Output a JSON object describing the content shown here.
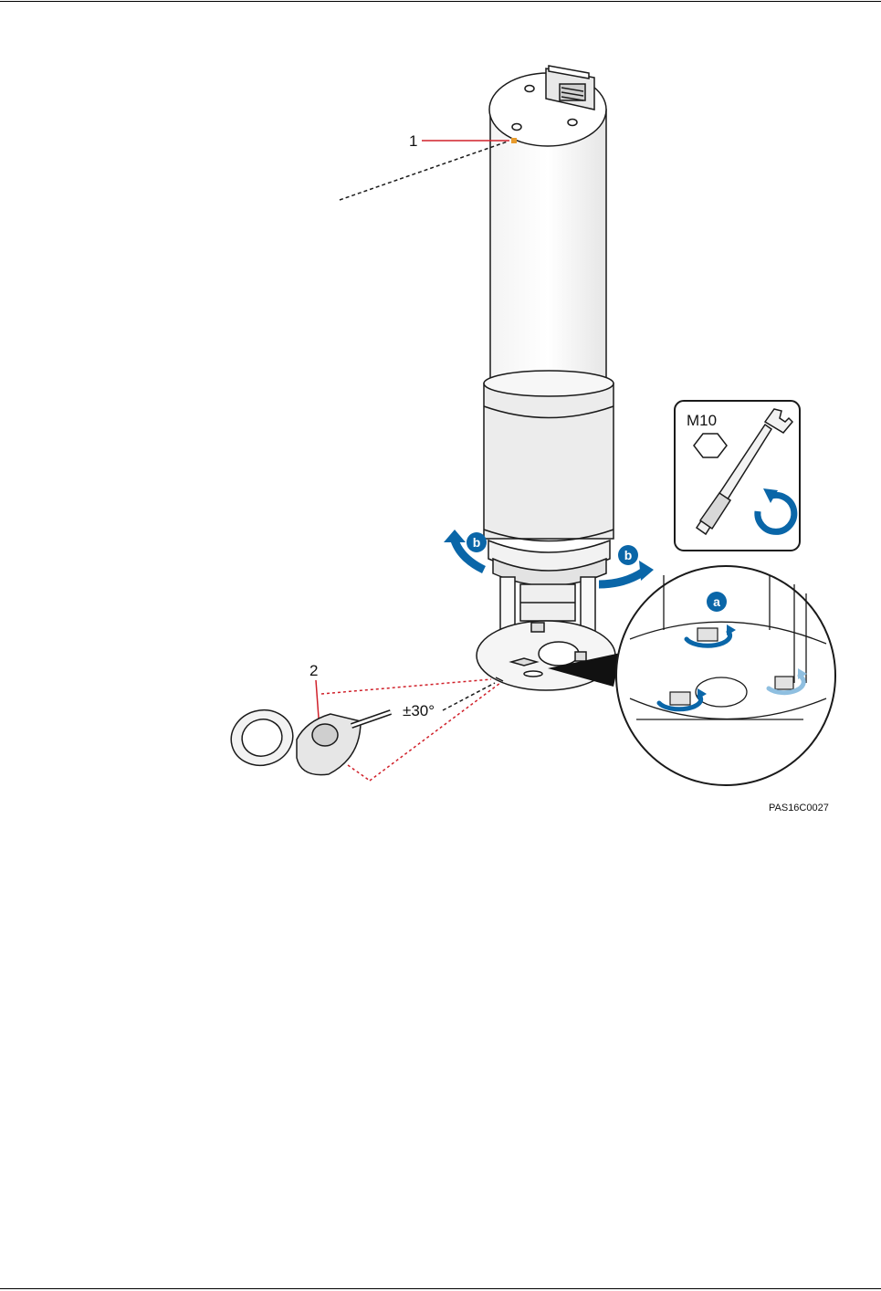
{
  "callouts": {
    "one": "1",
    "two": "2"
  },
  "angle_label": "±30°",
  "tool": {
    "bolt_size": "M10"
  },
  "steps": {
    "a": "a",
    "b_left": "b",
    "b_right": "b"
  },
  "figure_code": "PAS16C0027",
  "colors": {
    "arrow_blue": "#0a66a8",
    "callout_red": "#d0202a",
    "ink": "#1a1a1a"
  }
}
